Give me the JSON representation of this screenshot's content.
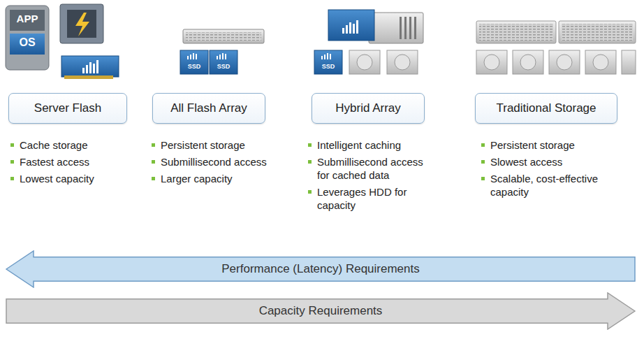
{
  "diagram": {
    "nodes": [
      {
        "text": [
          "Server Flash"
        ]
      },
      {
        "text": [
          "All Flash Array"
        ]
      },
      {
        "text": [
          "Hybrid Array"
        ]
      },
      {
        "text": [
          "Traditional Storage"
        ]
      },
      {
        "text": [
          "Performance (Latency) Requirements"
        ]
      },
      {
        "text": [
          "Capacity Requirements"
        ]
      }
    ],
    "labels": [
      "APP",
      "OS",
      "SSD",
      "SSD",
      "SSD",
      "Cache storage",
      "Fastest access",
      "Lowest capacity",
      "Persistent storage",
      "Submillisecond access",
      "Larger capacity",
      "Intelligent caching",
      "Submillisecond access for cached data",
      "Leverages HDD for capacity",
      "Persistent storage",
      "Slowest access",
      "Scalable, cost-effective capacity"
    ]
  }
}
